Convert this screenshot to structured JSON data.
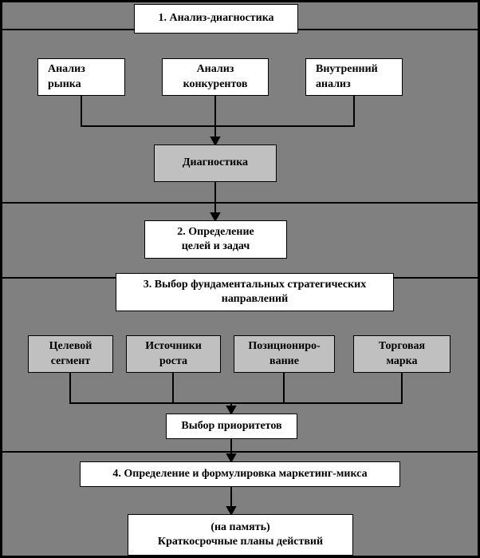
{
  "flowchart": {
    "step1": "1. Анализ-диагностика",
    "market": "Анализ\nрынка",
    "competitors": "Анализ\nконкурентов",
    "internal": "Внутренний\nанализ",
    "diagnostics": "Диагностика",
    "step2": "2. Определение\nцелей и задач",
    "step3": "3. Выбор фундаментальных стратегических\nнаправлений",
    "segment": "Целевой\nсегмент",
    "growth": "Источники\nроста",
    "positioning": "Позициониро-\nвание",
    "brand": "Торговая\nмарка",
    "priorities": "Выбор приоритетов",
    "step4": "4. Определение и формулировка маркетинг-микса",
    "final": "(на память)\nКраткосрочные планы действий",
    "colors": {
      "background": "#808080",
      "box_white": "#ffffff",
      "box_gray": "#c0c0c0",
      "line": "#000000"
    }
  }
}
